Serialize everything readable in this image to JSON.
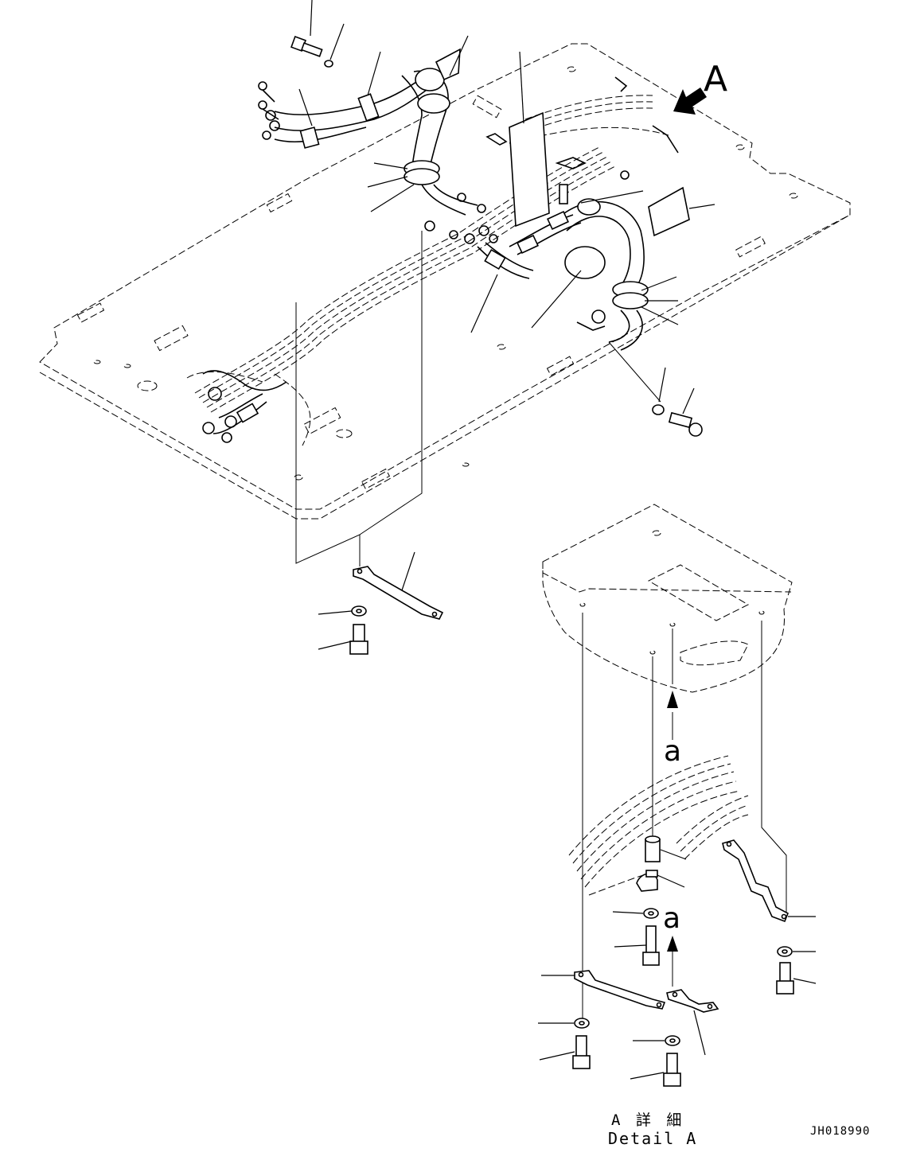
{
  "view_marker": {
    "label": "A"
  },
  "routing_letters": [
    "a",
    "a"
  ],
  "detail_caption": {
    "japanese": "A 詳 細",
    "english": "Detail A"
  },
  "drawing_number": "JH018990",
  "icons": [
    "view-arrow-icon",
    "assembly-arrow-icon"
  ]
}
